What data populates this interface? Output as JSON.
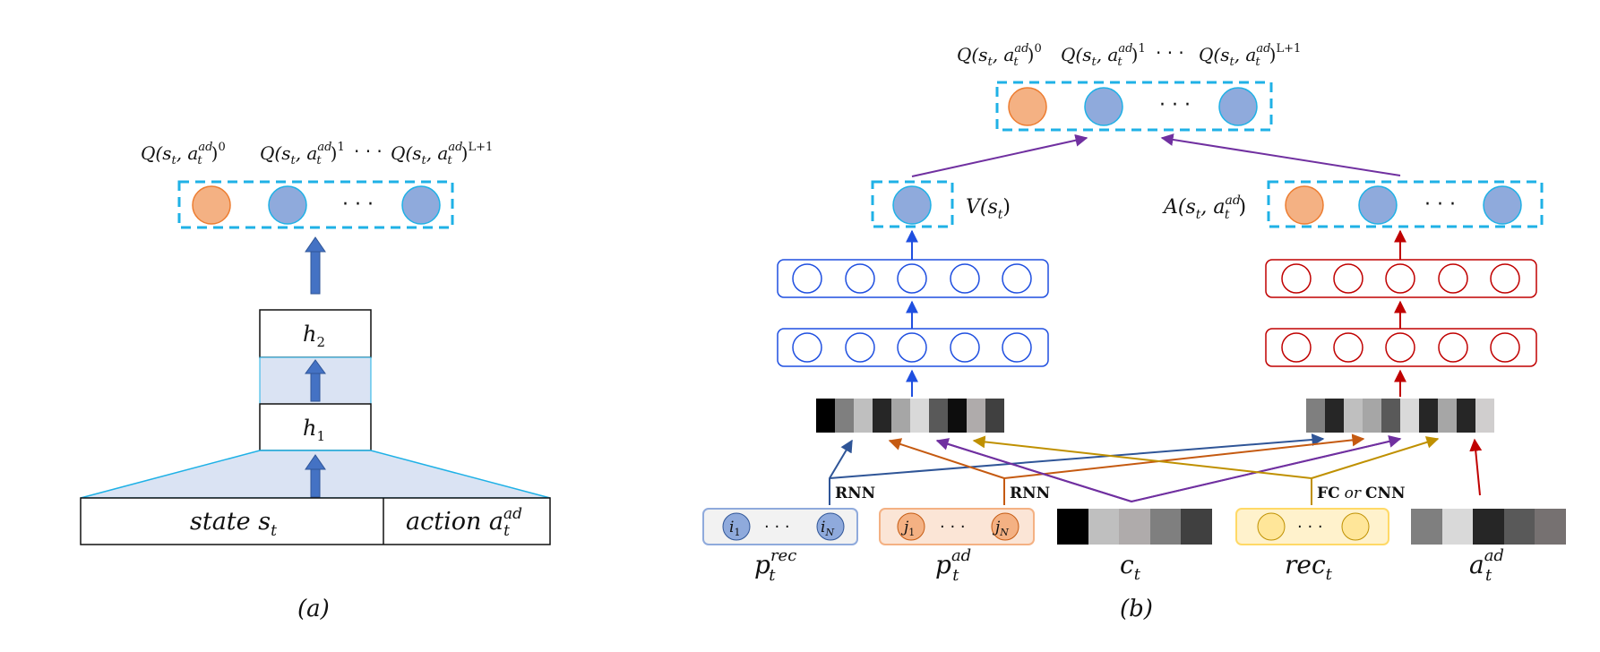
{
  "panel_a": {
    "caption": "(a)",
    "outputs": {
      "q0": "Q(s",
      "q0_rest": ", a",
      "q1": "Q(s",
      "qL": "Q(s",
      "sub_t": "t",
      "sup_ad": "ad",
      "exp0": "0",
      "exp1": "1",
      "expL": "L+1",
      "dots": "· · ·"
    },
    "h1": "h",
    "h1_sub": "1",
    "h2": "h",
    "h2_sub": "2",
    "state_label": "state s",
    "state_sub": "t",
    "action_label": "action a",
    "action_sup": "ad",
    "action_sub": "t"
  },
  "panel_b": {
    "caption": "(b)",
    "value_label": "V(s",
    "value_sub": "t",
    "adv_label": "A(s",
    "adv_sub": "t",
    "adv_mid": ", a",
    "adv_sup": "ad",
    "rnn_left": "RNN",
    "rnn_right": "RNN",
    "fc_label": "FC",
    "or_label": "or",
    "cnn_label": "CNN",
    "inputs": {
      "prec_base": "p",
      "prec_sup": "rec",
      "prec_sub": "t",
      "pad_base": "p",
      "pad_sup": "ad",
      "pad_sub": "t",
      "c_base": "c",
      "c_sub": "t",
      "rec_base": "rec",
      "rec_sub": "t",
      "a_base": "a",
      "a_sup": "ad",
      "a_sub": "t"
    },
    "item_i1": "i",
    "item_i1_sub": "1",
    "item_iN": "i",
    "item_iN_sub": "N",
    "item_j1": "j",
    "item_j1_sub": "1",
    "item_jN": "j",
    "item_jN_sub": "N"
  },
  "colors": {
    "orange_node": "#F4B183",
    "blue_node": "#8FAADC",
    "dashed_border": "#1FB1E6",
    "blue_net": "#1F4FE0",
    "red_net": "#C00000",
    "purple": "#7030A0",
    "gold": "#BF9000",
    "rust": "#C55A11",
    "navy": "#2F5597",
    "light_fill": "#DAE3F3"
  }
}
